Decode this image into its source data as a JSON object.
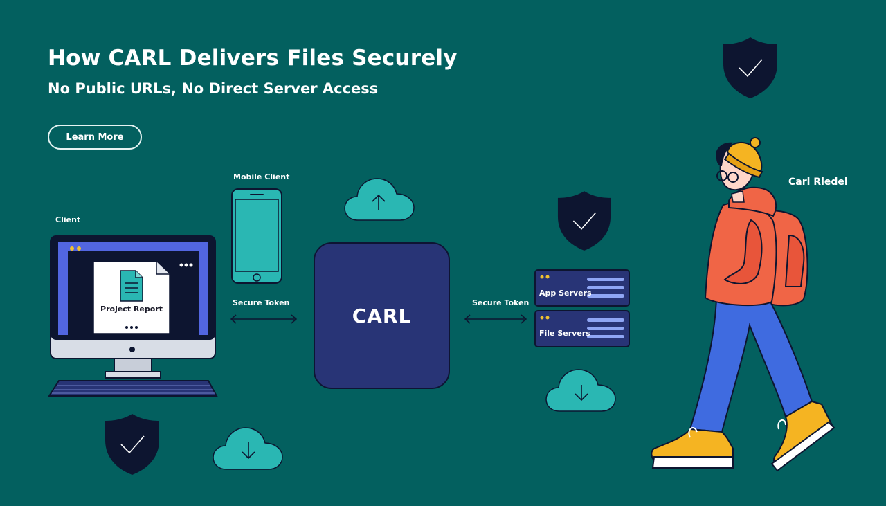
{
  "header": {
    "title": "How CARL Delivers Files Securely",
    "subtitle": "No Public URLs, No Direct Server Access",
    "learn_more": "Learn More"
  },
  "diagram": {
    "client_label": "Client",
    "document_title": "Project Report",
    "mobile_label": "Mobile Client",
    "token_left": "Secure Token",
    "token_right": "Secure Token",
    "carl_label": "CARL",
    "app_servers": "App Servers",
    "file_servers": "File Servers",
    "person_name": "Carl Riedel"
  },
  "colors": {
    "background": "#03605f",
    "carl_box": "#283476",
    "cloud": "#2ab7b3",
    "shield": "#0d1530",
    "server_panel": "#283476",
    "hoodie": "#f06546",
    "pants": "#3f6be0",
    "shoes": "#f5b422"
  },
  "icons": [
    "shield-check-icon",
    "cloud-upload-icon",
    "cloud-download-icon",
    "document-icon",
    "double-arrow-icon"
  ]
}
